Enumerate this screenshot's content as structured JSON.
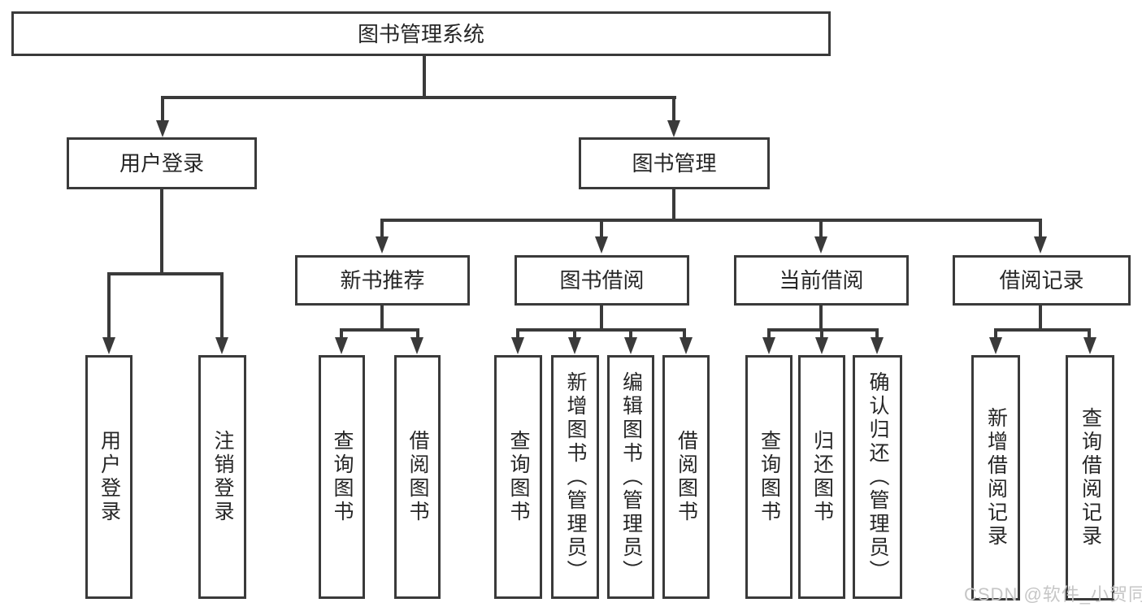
{
  "diagram": {
    "root": "图书管理系统",
    "branches": [
      {
        "label": "用户登录",
        "leaves": [
          "用户登录",
          "注销登录"
        ]
      },
      {
        "label": "图书管理",
        "groups": [
          {
            "label": "新书推荐",
            "leaves": [
              "查询图书",
              "借阅图书"
            ]
          },
          {
            "label": "图书借阅",
            "leaves": [
              "查询图书",
              "新增图书（管理员）",
              "编辑图书（管理员）",
              "借阅图书"
            ]
          },
          {
            "label": "当前借阅",
            "leaves": [
              "查询图书",
              "归还图书",
              "确认归还（管理员）"
            ]
          },
          {
            "label": "借阅记录",
            "leaves": [
              "新增借阅记录",
              "查询借阅记录"
            ]
          }
        ]
      }
    ]
  },
  "watermark": {
    "text": "CSDN @软件_小贺同学"
  }
}
